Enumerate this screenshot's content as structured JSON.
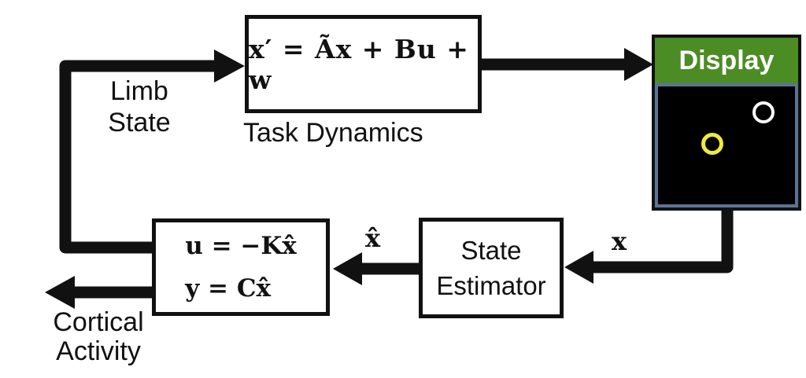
{
  "canvas": {
    "background": "#ffffff",
    "line_color": "#111111"
  },
  "task_dynamics": {
    "equation": "x′ = Ãx + Bu + w",
    "caption": "Task Dynamics"
  },
  "controller": {
    "equation_top": "u = −Kx̂",
    "equation_bottom": "y = Cx̂"
  },
  "state_estimator": {
    "label": "State Estimator"
  },
  "display": {
    "title": "Display",
    "header_color": "#4C8C24",
    "bezel_color": "#5C7396",
    "screen_color": "#000000",
    "targets": [
      {
        "name": "white-target-ring",
        "color": "#ffffff"
      },
      {
        "name": "yellow-cursor-ring",
        "color": "#EDEB42"
      }
    ]
  },
  "edges": {
    "limb_state": "Limb State",
    "cortical_activity": "Cortical Activity",
    "x_hat": "x̂",
    "x": "x"
  }
}
